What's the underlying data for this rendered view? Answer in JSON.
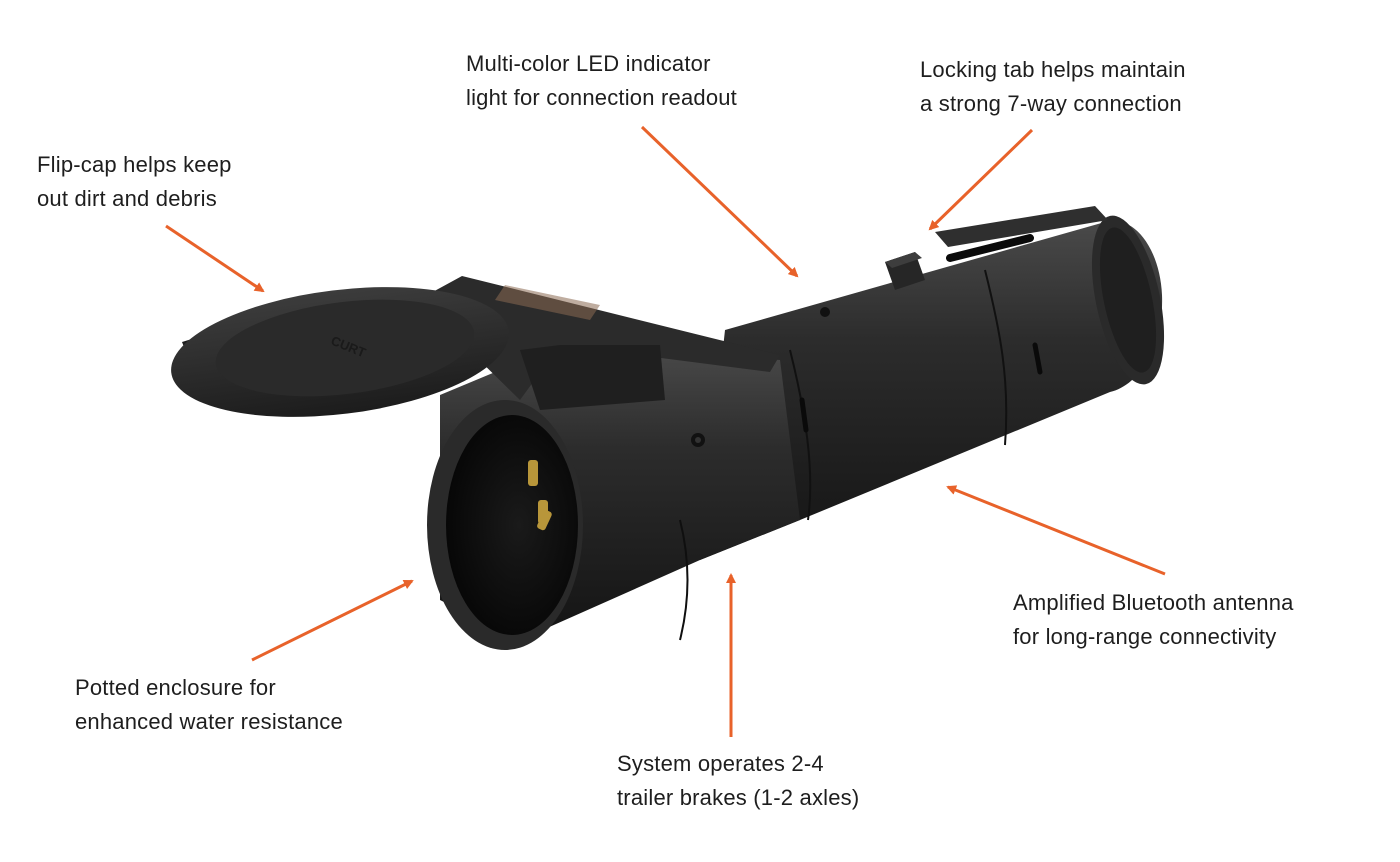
{
  "colors": {
    "accent_arrow": "#e8622a",
    "device_body": "#2a2a2a",
    "device_shadow": "#161616",
    "device_highlight": "#4a4a4a",
    "brass_pins": "#b8963a",
    "label_text": "#1e1e1e"
  },
  "callouts": {
    "flip_cap": {
      "line1": "Flip-cap helps keep",
      "line2": "out dirt and debris"
    },
    "led": {
      "line1": "Multi-color LED indicator",
      "line2": "light for connection readout"
    },
    "locking_tab": {
      "line1": "Locking tab helps maintain",
      "line2": "a strong 7-way connection"
    },
    "antenna": {
      "line1": "Amplified Bluetooth antenna",
      "line2": "for long-range connectivity"
    },
    "potted": {
      "line1": "Potted enclosure for",
      "line2": "enhanced water resistance"
    },
    "brakes": {
      "line1": "System operates 2-4",
      "line2": "trailer brakes (1-2 axles)"
    }
  },
  "product": {
    "icon": "trailer-connector-illustration",
    "cap_logo": "CURT"
  }
}
